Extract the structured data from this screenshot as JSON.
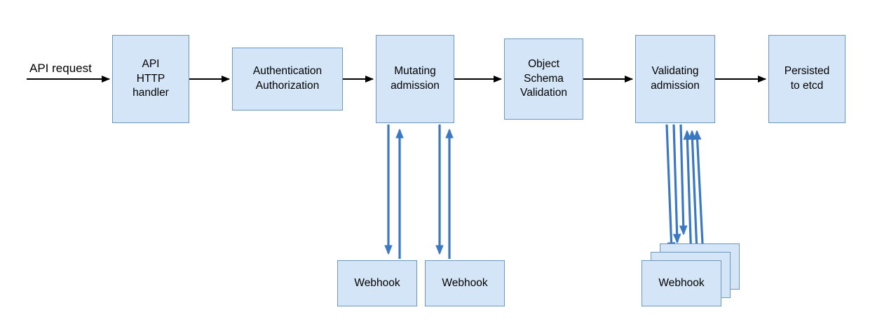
{
  "colors": {
    "background": "#ffffff",
    "text": "#000000",
    "box_fill": "#d4e5f7",
    "box_stroke": "#6f97bd",
    "arrow_black": "#000000",
    "arrow_blue": "#3b78c3"
  },
  "diagram": {
    "request_label": "API request",
    "nodes": [
      {
        "id": "api-http-handler",
        "label": "API\nHTTP\nhandler"
      },
      {
        "id": "authentication-authorization",
        "label": "Authentication\nAuthorization"
      },
      {
        "id": "mutating-admission",
        "label": "Mutating\nadmission"
      },
      {
        "id": "object-schema-validation",
        "label": "Object\nSchema\nValidation"
      },
      {
        "id": "validating-admission",
        "label": "Validating\nadmission"
      },
      {
        "id": "persisted-to-etcd",
        "label": "Persisted\nto etcd"
      },
      {
        "id": "webhook-mutating-1",
        "label": "Webhook"
      },
      {
        "id": "webhook-mutating-2",
        "label": "Webhook"
      },
      {
        "id": "webhook-validating",
        "label": "Webhook"
      }
    ]
  }
}
